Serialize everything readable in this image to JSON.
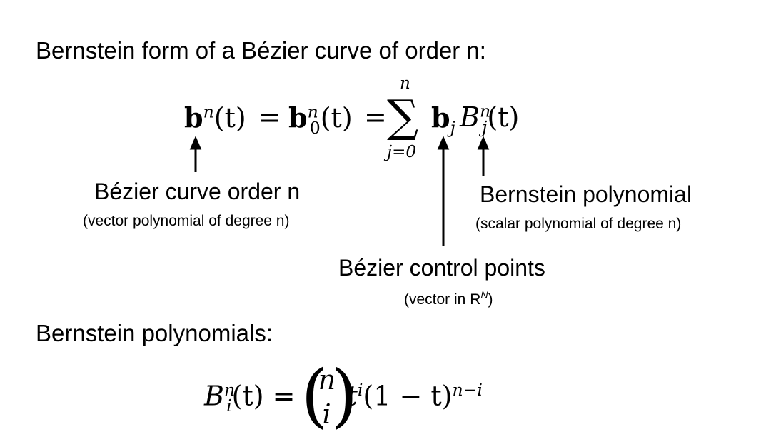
{
  "heading_top": "Bernstein form of a Bézier curve of order n:",
  "heading_bottom": "Bernstein polynomials:",
  "labels": {
    "curve": {
      "main": "Bézier curve order n",
      "sub": "(vector polynomial of degree n)"
    },
    "control_points": {
      "main": "Bézier control points",
      "sub_prefix": "(vector in R",
      "sub_sup": "N",
      "sub_suffix": ")"
    },
    "bernstein": {
      "main": "Bernstein polynomial",
      "sub": "(scalar polynomial of degree n)"
    }
  },
  "eq1": {
    "b": "b",
    "n": "n",
    "t_group": "(t)",
    "eq": "=",
    "zero": "0",
    "sum_upper": "n",
    "sum_lower": "j=0",
    "sum_sign": "∑",
    "bj": "b",
    "j": "j",
    "B": "B"
  },
  "eq2": {
    "B": "B",
    "n": "n",
    "i": "i",
    "t_group": "(t) =",
    "binom_top": "n",
    "binom_bottom": "i",
    "t": "t",
    "one_minus_t": "(1 − t)",
    "exp": "n−i"
  }
}
